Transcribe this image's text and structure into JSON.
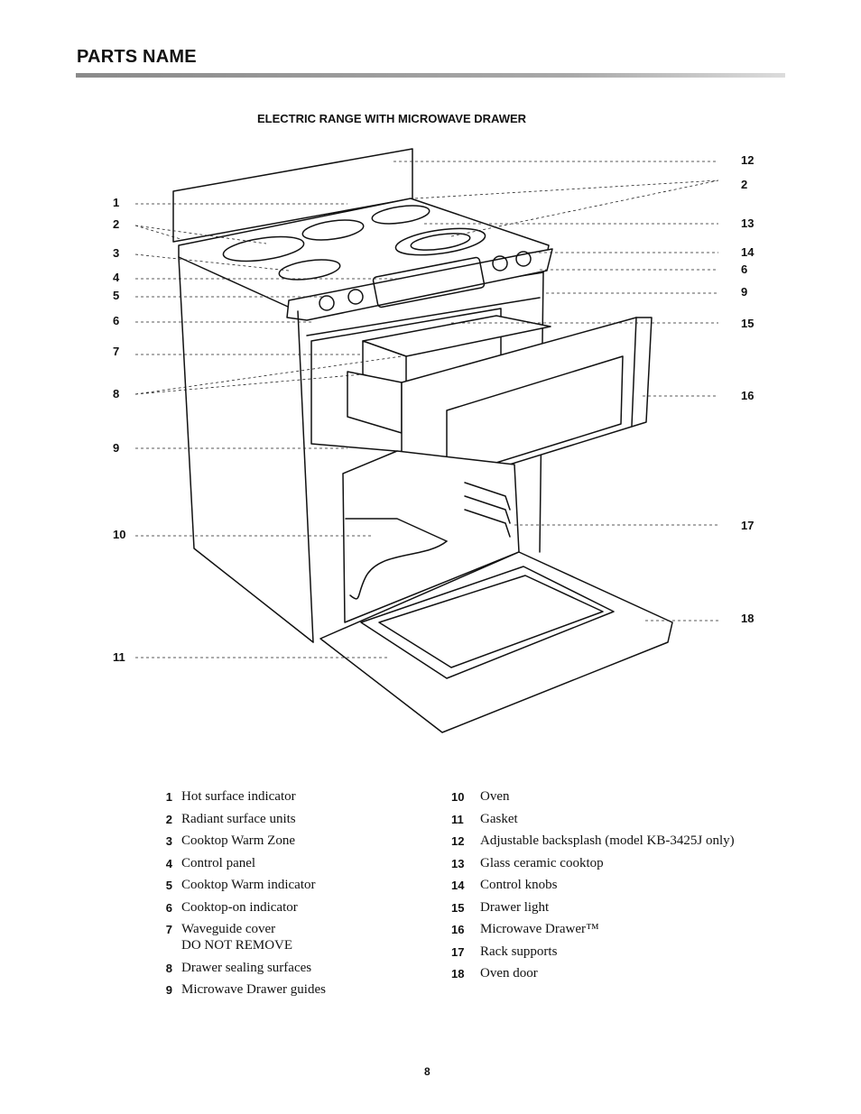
{
  "header": {
    "title": "PARTS NAME"
  },
  "diagram": {
    "title": "ELECTRIC RANGE WITH MICROWAVE DRAWER",
    "callouts_left": [
      "1",
      "2",
      "3",
      "4",
      "5",
      "6",
      "7",
      "8",
      "9",
      "10",
      "11"
    ],
    "callouts_right": [
      "12",
      "2",
      "13",
      "14",
      "6",
      "9",
      "15",
      "16",
      "17",
      "18"
    ]
  },
  "parts_col1": [
    {
      "num": "1",
      "name": "Hot surface indicator"
    },
    {
      "num": "2",
      "name": "Radiant surface units"
    },
    {
      "num": "3",
      "name": "Cooktop Warm Zone"
    },
    {
      "num": "4",
      "name": "Control panel"
    },
    {
      "num": "5",
      "name": "Cooktop Warm indicator"
    },
    {
      "num": "6",
      "name": "Cooktop-on indicator"
    },
    {
      "num": "7",
      "name": "Waveguide cover",
      "sub": "DO NOT REMOVE"
    },
    {
      "num": "8",
      "name": "Drawer sealing surfaces"
    },
    {
      "num": "9",
      "name": "Microwave Drawer guides"
    }
  ],
  "parts_col2": [
    {
      "num": "10",
      "name": "Oven"
    },
    {
      "num": "11",
      "name": "Gasket"
    },
    {
      "num": "12",
      "name": "Adjustable backsplash (model KB-3425J only)"
    },
    {
      "num": "13",
      "name": "Glass ceramic cooktop"
    },
    {
      "num": "14",
      "name": "Control knobs"
    },
    {
      "num": "15",
      "name": "Drawer light"
    },
    {
      "num": "16",
      "name": "Microwave Drawer™"
    },
    {
      "num": "17",
      "name": "Rack supports"
    },
    {
      "num": "18",
      "name": "Oven door"
    }
  ],
  "page_number": "8"
}
